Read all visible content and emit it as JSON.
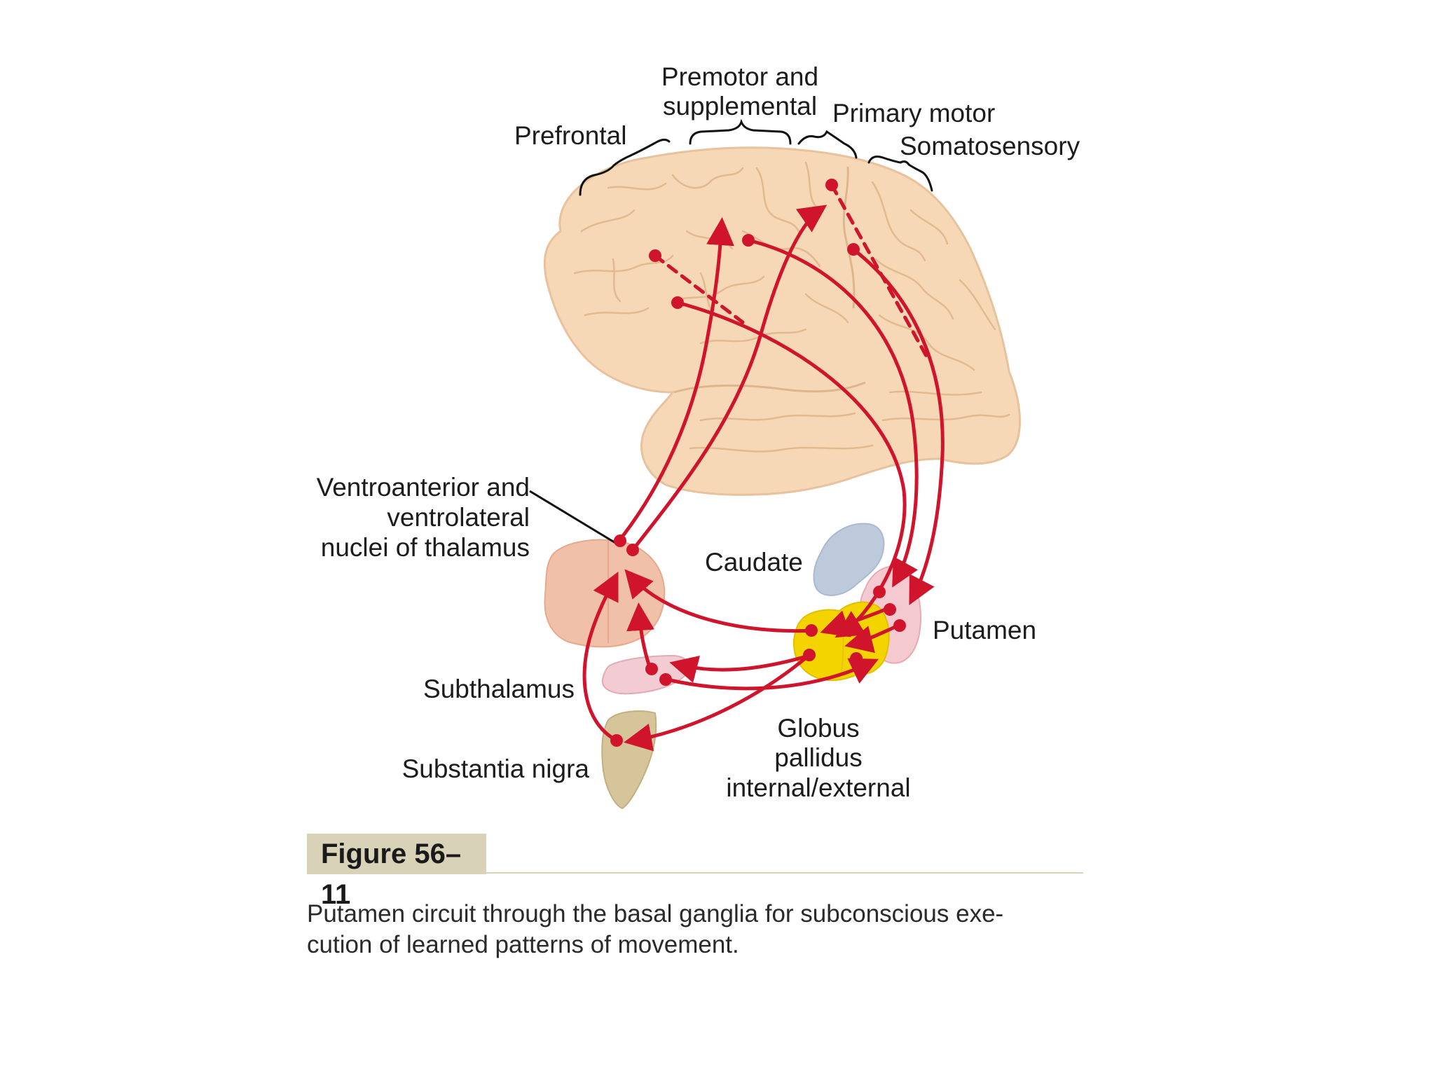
{
  "labels": {
    "prefrontal": "Prefrontal",
    "premotor_line1": "Premotor and",
    "premotor_line2": "supplemental",
    "primary_motor": "Primary motor",
    "somatosensory": "Somatosensory",
    "thalamus_line1": "Ventroanterior and",
    "thalamus_line2": "ventrolateral",
    "thalamus_line3": "nuclei of thalamus",
    "caudate": "Caudate",
    "putamen": "Putamen",
    "subthalamus": "Subthalamus",
    "substantia_nigra": "Substantia nigra",
    "globus_line1": "Globus",
    "globus_line2": "pallidus",
    "globus_line3": "internal/external"
  },
  "figure": {
    "label": "Figure 56–11",
    "caption_line1": "Putamen circuit through the basal ganglia for subconscious exe-",
    "caption_line2": "cution of learned patterns of movement."
  },
  "colors": {
    "pathway": "#d0142c",
    "cortex": "#f6d8b6",
    "thalamus": "#f1c0a8",
    "caudate": "#bccadb",
    "putamen": "#f4c9d0",
    "globus_pallidus": "#f4d400",
    "subthalamus": "#f2ccd2",
    "substantia_nigra": "#d6c59a",
    "figure_tag": "#d8d2b8"
  }
}
